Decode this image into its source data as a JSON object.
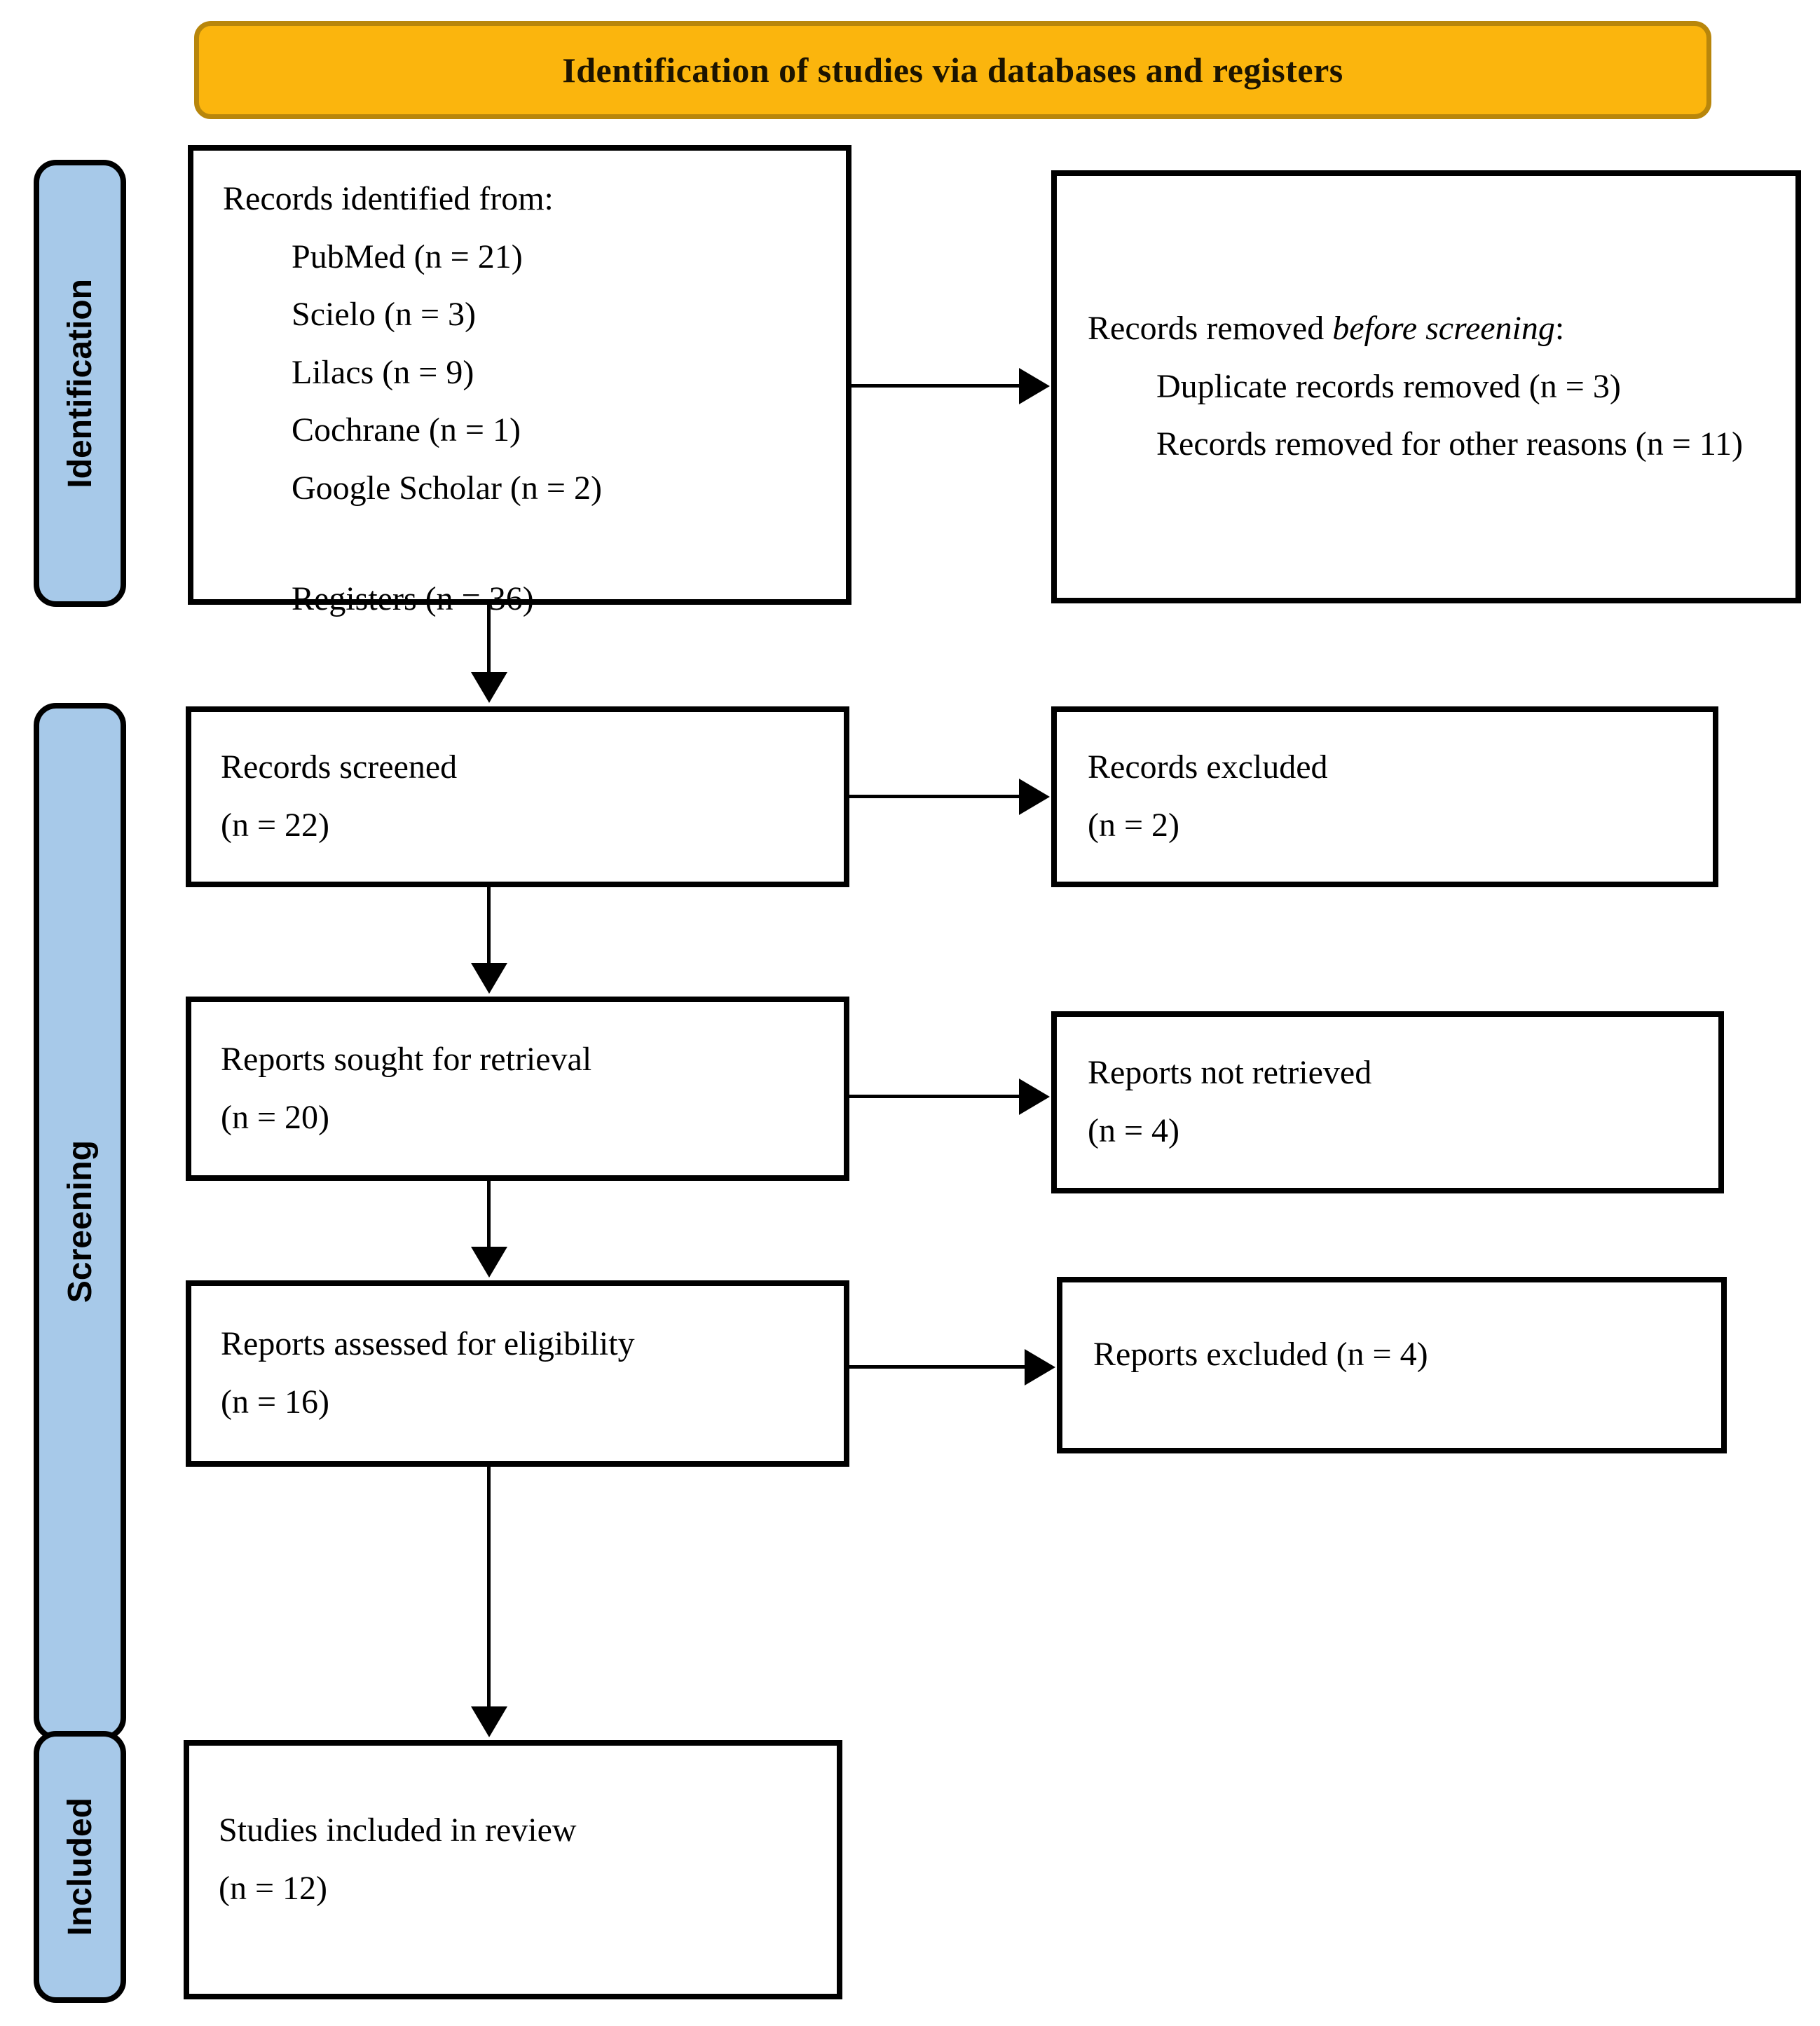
{
  "banner": {
    "title": "Identification of studies via databases and registers"
  },
  "stages": [
    {
      "label": "Identification"
    },
    {
      "label": "Screening"
    },
    {
      "label": "Included"
    }
  ],
  "boxes": {
    "identified": {
      "intro": "Records identified from:",
      "sources": [
        "PubMed (n = 21)",
        "Scielo (n = 3)",
        "Lilacs (n = 9)",
        "Cochrane (n = 1)",
        "Google Scholar (n = 2)"
      ],
      "registers": "Registers (n = 36)"
    },
    "removed": {
      "intro_prefix": "Records removed ",
      "intro_italic": "before screening",
      "intro_suffix": ":",
      "items": [
        "Duplicate records removed (n = 3)",
        "Records removed for other reasons (n = 11)"
      ]
    },
    "screened": {
      "line1": "Records screened",
      "line2": "(n = 22)"
    },
    "records_excluded": {
      "line1": "Records excluded",
      "line2": "(n = 2)"
    },
    "sought": {
      "line1": "Reports sought for retrieval",
      "line2": "(n = 20)"
    },
    "not_retrieved": {
      "line1": "Reports not retrieved",
      "line2": "(n = 4)"
    },
    "assessed": {
      "line1": "Reports assessed for eligibility",
      "line2": "(n = 16)"
    },
    "reports_excluded": {
      "line1": "Reports excluded (n = 4)"
    },
    "included_review": {
      "line1": "Studies included in review",
      "line2": "(n = 12)"
    }
  },
  "colors": {
    "banner_bg": "#FBB50D",
    "banner_border": "#B8860B",
    "banner_text": "#1c1400",
    "stage_bg": "#A7C9E9",
    "line_color": "#000000",
    "box_bg": "#ffffff"
  }
}
